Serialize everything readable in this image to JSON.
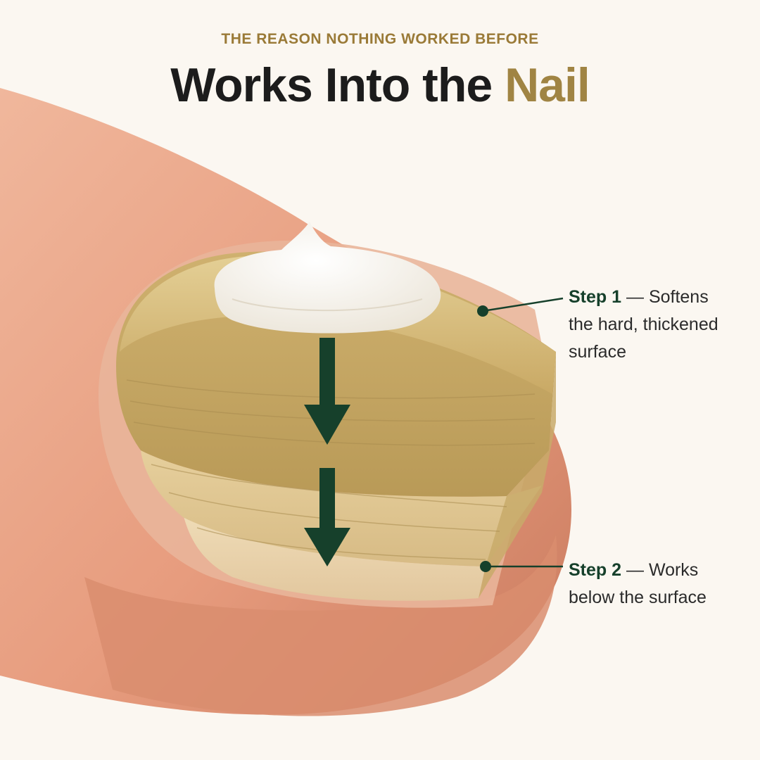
{
  "header": {
    "eyebrow": "THE REASON NOTHING WORKED BEFORE",
    "headline_main": "Works Into the ",
    "headline_accent": "Nail"
  },
  "callouts": [
    {
      "step": "Step 1",
      "separator": " — ",
      "text_line1": "Softens",
      "text_line2": "the hard, thickened",
      "text_line3": "surface"
    },
    {
      "step": "Step 2",
      "separator": " — ",
      "text_line1": "Works",
      "text_line2": "below the surface"
    }
  ],
  "colors": {
    "accent_gold": "#a08443",
    "eyebrow_gold": "#9a7a37",
    "arrow_green": "#16402b",
    "background": "#fbf7f1",
    "skin": "#e8a68a",
    "nail": "#d6bd7e",
    "cream": "#fbf8f1"
  },
  "icons": [
    "down-arrow-icon",
    "cream-dollop-icon",
    "leader-dot-icon"
  ]
}
